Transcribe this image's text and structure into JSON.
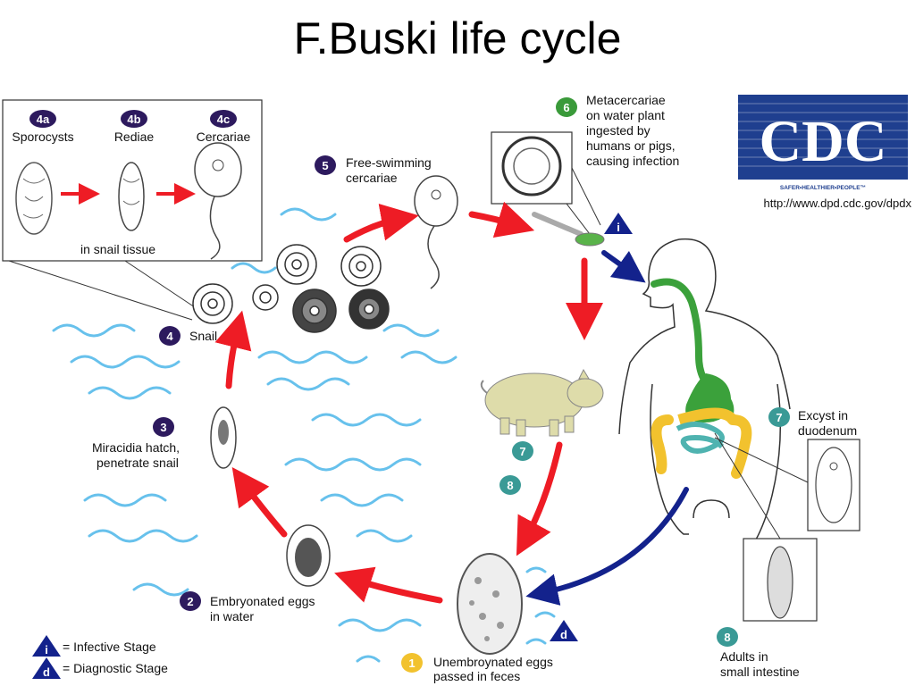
{
  "title": "F.Buski life cycle",
  "cdc": {
    "logo_text": "CDC",
    "tagline": "SAFER•HEALTHIER•PEOPLE™",
    "url": "http://www.dpd.cdc.gov/dpdx"
  },
  "inset": {
    "stages": [
      {
        "badge": "4a",
        "label": "Sporocysts"
      },
      {
        "badge": "4b",
        "label": "Rediae"
      },
      {
        "badge": "4c",
        "label": "Cercariae"
      }
    ],
    "caption": "in snail tissue"
  },
  "stages": {
    "s1": {
      "badge": "1",
      "line1": "Unembroynated eggs",
      "line2": "passed in feces"
    },
    "s2": {
      "badge": "2",
      "line1": "Embryonated eggs",
      "line2": "in water"
    },
    "s3": {
      "badge": "3",
      "line1": "Miracidia hatch,",
      "line2": "penetrate snail"
    },
    "s4": {
      "badge": "4",
      "line1": "Snail"
    },
    "s5": {
      "badge": "5",
      "line1": "Free-swimming",
      "line2": "cercariae"
    },
    "s6": {
      "badge": "6",
      "line1": "Metacercariae",
      "line2": "on water plant",
      "line3": "ingested by",
      "line4": "humans or pigs,",
      "line5": "causing infection"
    },
    "s7": {
      "badge": "7",
      "line1": "Excyst in",
      "line2": "duodenum"
    },
    "s7pig": {
      "badge": "7"
    },
    "s8pig": {
      "badge": "8"
    },
    "s8": {
      "badge": "8",
      "line1": "Adults in",
      "line2": "small intestine"
    }
  },
  "markers": {
    "infective": "i",
    "diagnostic": "d"
  },
  "legend": {
    "infective": {
      "symbol": "i",
      "text": "= Infective Stage"
    },
    "diagnostic": {
      "symbol": "d",
      "text": "= Diagnostic Stage"
    }
  },
  "colors": {
    "badge_purple": "#2d1a5e",
    "badge_green": "#3a9a3a",
    "badge_teal": "#3a9a96",
    "badge_yellow": "#f2c22e",
    "arrow_red": "#ee1c25",
    "arrow_navy": "#13228c",
    "water": "#67c1ec",
    "cdc_blue": "#1f3f8f"
  }
}
